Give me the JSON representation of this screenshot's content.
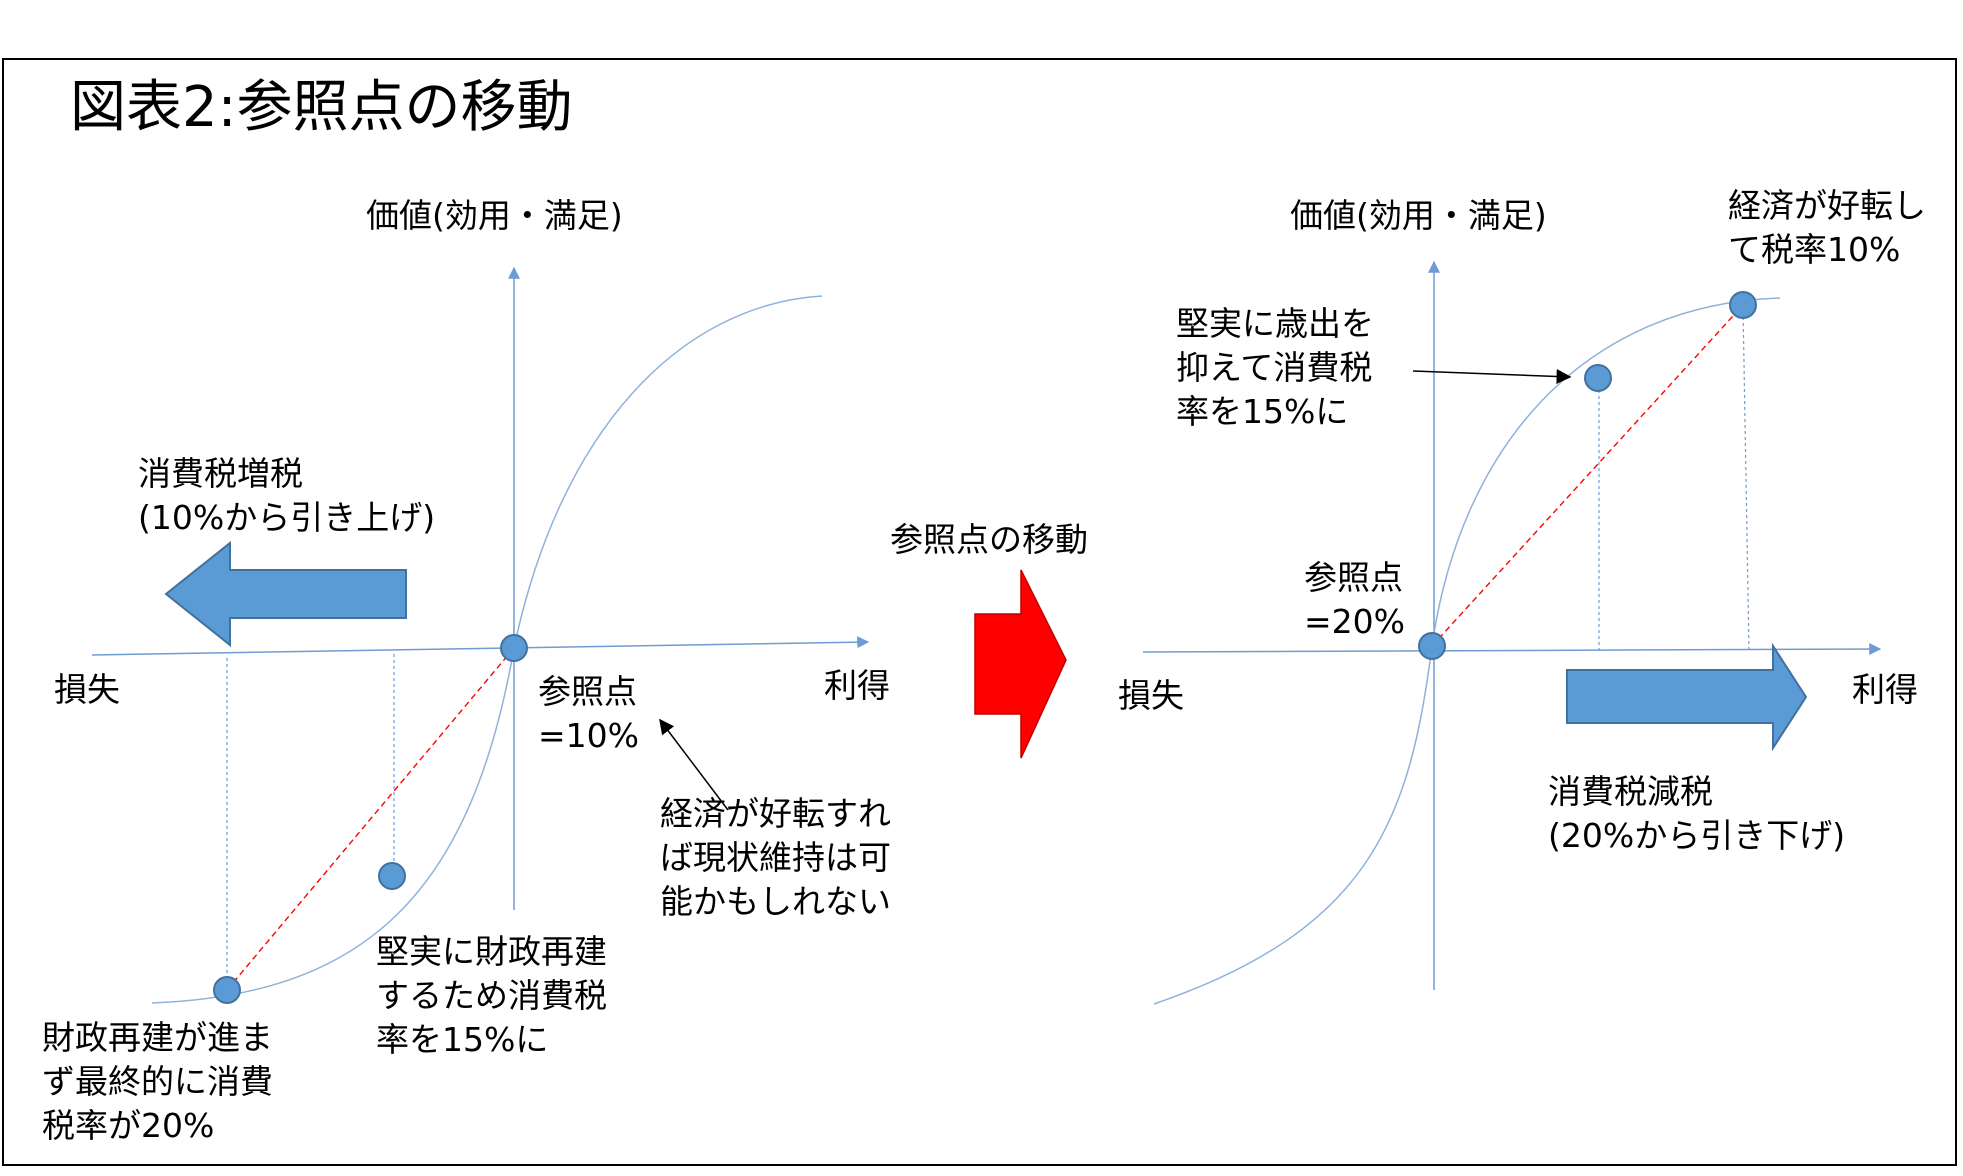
{
  "title": "図表2:参照点の移動",
  "colors": {
    "curve": "#8fb2dc",
    "axis": "#6f9bd4",
    "point_fill": "#5b9bd5",
    "point_stroke": "#41719c",
    "chord": "#ff0000",
    "big_arrow_fill": "#5b9bd5",
    "shift_arrow_fill": "#ff0000"
  },
  "left_panel": {
    "y_axis_label": "価値(効用・満足)",
    "x_axis_left_label": "損失",
    "x_axis_right_label": "利得",
    "reference_point": "参照点\n=10%",
    "direction_label": "消費税増税\n(10%から引き上げ)",
    "note_upturn": "経済が好転すれ\nば現状維持は可\n能かもしれない",
    "note_mid": "堅実に財政再建\nするため消費税\n率を15%に",
    "note_far": "財政再建が進ま\nず最終的に消費\n税率が20%"
  },
  "shift_label": "参照点の移動",
  "right_panel": {
    "y_axis_label": "価値(効用・満足)",
    "x_axis_left_label": "損失",
    "x_axis_right_label": "利得",
    "reference_point": "参照点\n=20%",
    "direction_label": "消費税減税\n(20%から引き下げ)",
    "note_mid": "堅実に歳出を\n抑えて消費税\n率を15%に",
    "note_far": "経済が好転し\nて税率10%"
  }
}
